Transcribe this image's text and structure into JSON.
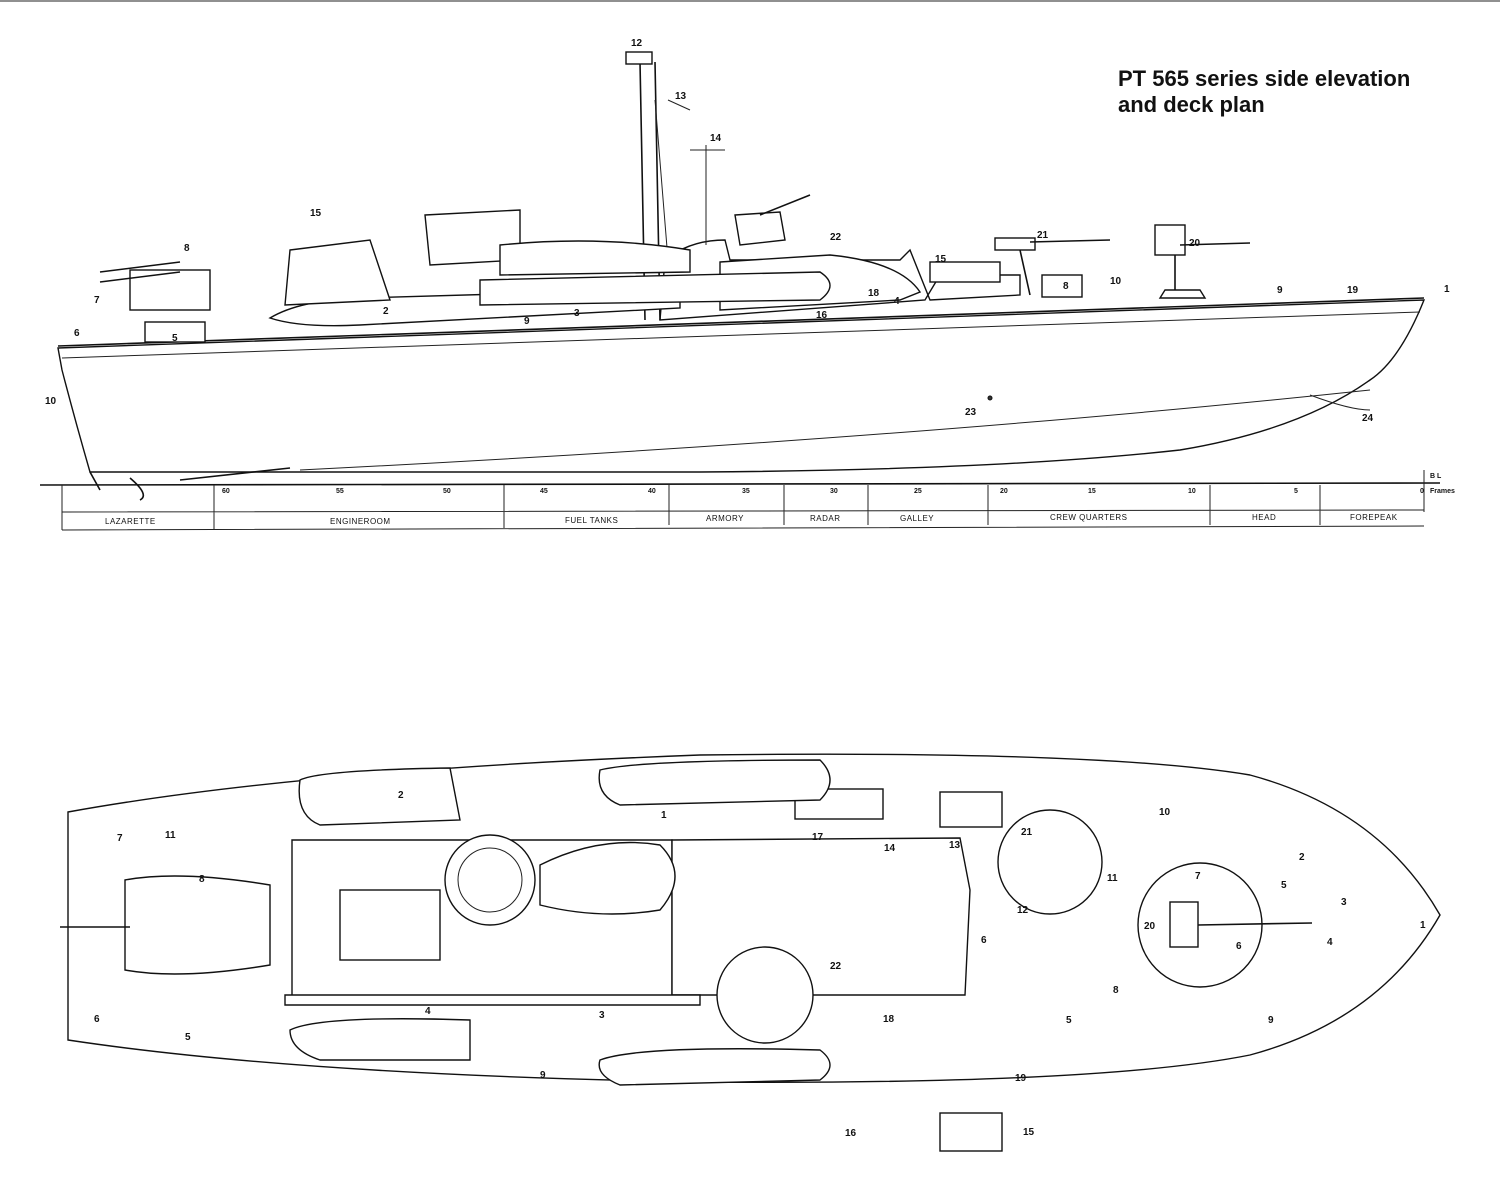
{
  "title": {
    "line1": "PT 565 series side elevation",
    "line2": "and deck plan"
  },
  "scale": {
    "frames": [
      "60",
      "55",
      "50",
      "45",
      "40",
      "35",
      "30",
      "25",
      "20",
      "15",
      "10",
      "5",
      "0"
    ],
    "frames_label": "Frames",
    "bl_label": "B L",
    "compartments": [
      "LAZARETTE",
      "ENGINEROOM",
      "FUEL TANKS",
      "ARMORY",
      "RADAR",
      "GALLEY",
      "CREW QUARTERS",
      "HEAD",
      "FOREPEAK"
    ]
  },
  "side_callouts": [
    "12",
    "13",
    "14",
    "15",
    "8",
    "7",
    "6",
    "5",
    "2",
    "9",
    "3",
    "16",
    "18",
    "4",
    "22",
    "15",
    "21",
    "10",
    "8",
    "20",
    "9",
    "19",
    "1",
    "10",
    "23",
    "24"
  ],
  "plan_callouts": [
    "2",
    "1",
    "11",
    "7",
    "17",
    "14",
    "13",
    "21",
    "10",
    "11",
    "12",
    "8",
    "7",
    "2",
    "5",
    "3",
    "1",
    "20",
    "6",
    "6",
    "4",
    "22",
    "8",
    "6",
    "4",
    "3",
    "18",
    "5",
    "9",
    "5",
    "9",
    "19",
    "16",
    "15"
  ]
}
